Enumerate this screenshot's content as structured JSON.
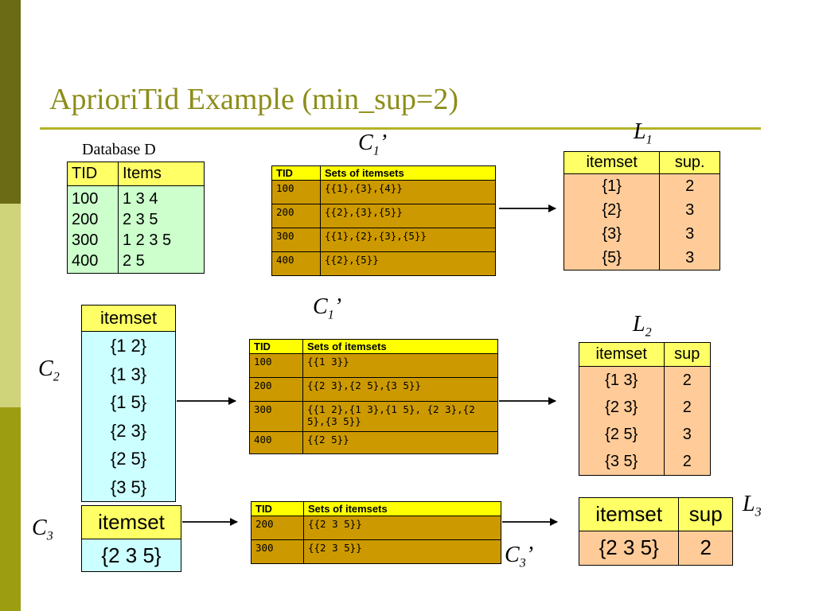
{
  "title": "AprioriTid Example (min_sup=2)",
  "database": {
    "label": "Database D",
    "headers": [
      "TID",
      "Items"
    ],
    "rows": [
      [
        "100",
        "1 3 4"
      ],
      [
        "200",
        "2 3 5"
      ],
      [
        "300",
        "1 2 3 5"
      ],
      [
        "400",
        "2 5"
      ]
    ]
  },
  "c1_bar": {
    "label": "C",
    "sub": "1",
    "prime": "’",
    "headers": [
      "TID",
      "Sets of itemsets"
    ],
    "rows": [
      [
        "100",
        "{{1},{3},{4}}"
      ],
      [
        "200",
        "{{2},{3},{5}}"
      ],
      [
        "300",
        "{{1},{2},{3},{5}}"
      ],
      [
        "400",
        "{{2},{5}}"
      ]
    ]
  },
  "l1": {
    "label": "L",
    "sub": "1",
    "headers": [
      "itemset",
      "sup."
    ],
    "rows": [
      [
        "{1}",
        "2"
      ],
      [
        "{2}",
        "3"
      ],
      [
        "{3}",
        "3"
      ],
      [
        "{5}",
        "3"
      ]
    ]
  },
  "c2": {
    "label": "C",
    "sub": "2",
    "header": "itemset",
    "rows": [
      "{1 2}",
      "{1 3}",
      "{1 5}",
      "{2 3}",
      "{2 5}",
      "{3 5}"
    ]
  },
  "c2_bar": {
    "label": "C",
    "sub": "1",
    "prime": "’",
    "headers": [
      "TID",
      "Sets of itemsets"
    ],
    "rows": [
      [
        "100",
        "{{1 3}}"
      ],
      [
        "200",
        "{{2 3},{2 5},{3 5}}"
      ],
      [
        "300",
        "{{1 2},{1 3},{1 5},  {2 3},{2 5},{3 5}}"
      ],
      [
        "400",
        "{{2 5}}"
      ]
    ]
  },
  "l2": {
    "label": "L",
    "sub": "2",
    "headers": [
      "itemset",
      "sup"
    ],
    "rows": [
      [
        "{1 3}",
        "2"
      ],
      [
        "{2 3}",
        "2"
      ],
      [
        "{2 5}",
        "3"
      ],
      [
        "{3 5}",
        "2"
      ]
    ]
  },
  "c3": {
    "label": "C",
    "sub": "3",
    "header": "itemset",
    "rows": [
      "{2 3 5}"
    ]
  },
  "c3_bar": {
    "label": "C",
    "sub": "3",
    "prime": "’",
    "headers": [
      "TID",
      "Sets of itemsets"
    ],
    "rows": [
      [
        "200",
        "{{2 3 5}}"
      ],
      [
        "300",
        "{{2 3 5}}"
      ]
    ]
  },
  "l3": {
    "label": "L",
    "sub": "3",
    "headers": [
      "itemset",
      "sup"
    ],
    "rows": [
      [
        "{2 3 5}",
        "2"
      ]
    ]
  },
  "colors": {
    "title": "#8d8d1a",
    "header_yellow": "#ffff66",
    "sets_brown": "#cc9900",
    "db_green": "#ccffcc",
    "l_peach": "#ffcc99",
    "c_blue": "#ccffff"
  }
}
